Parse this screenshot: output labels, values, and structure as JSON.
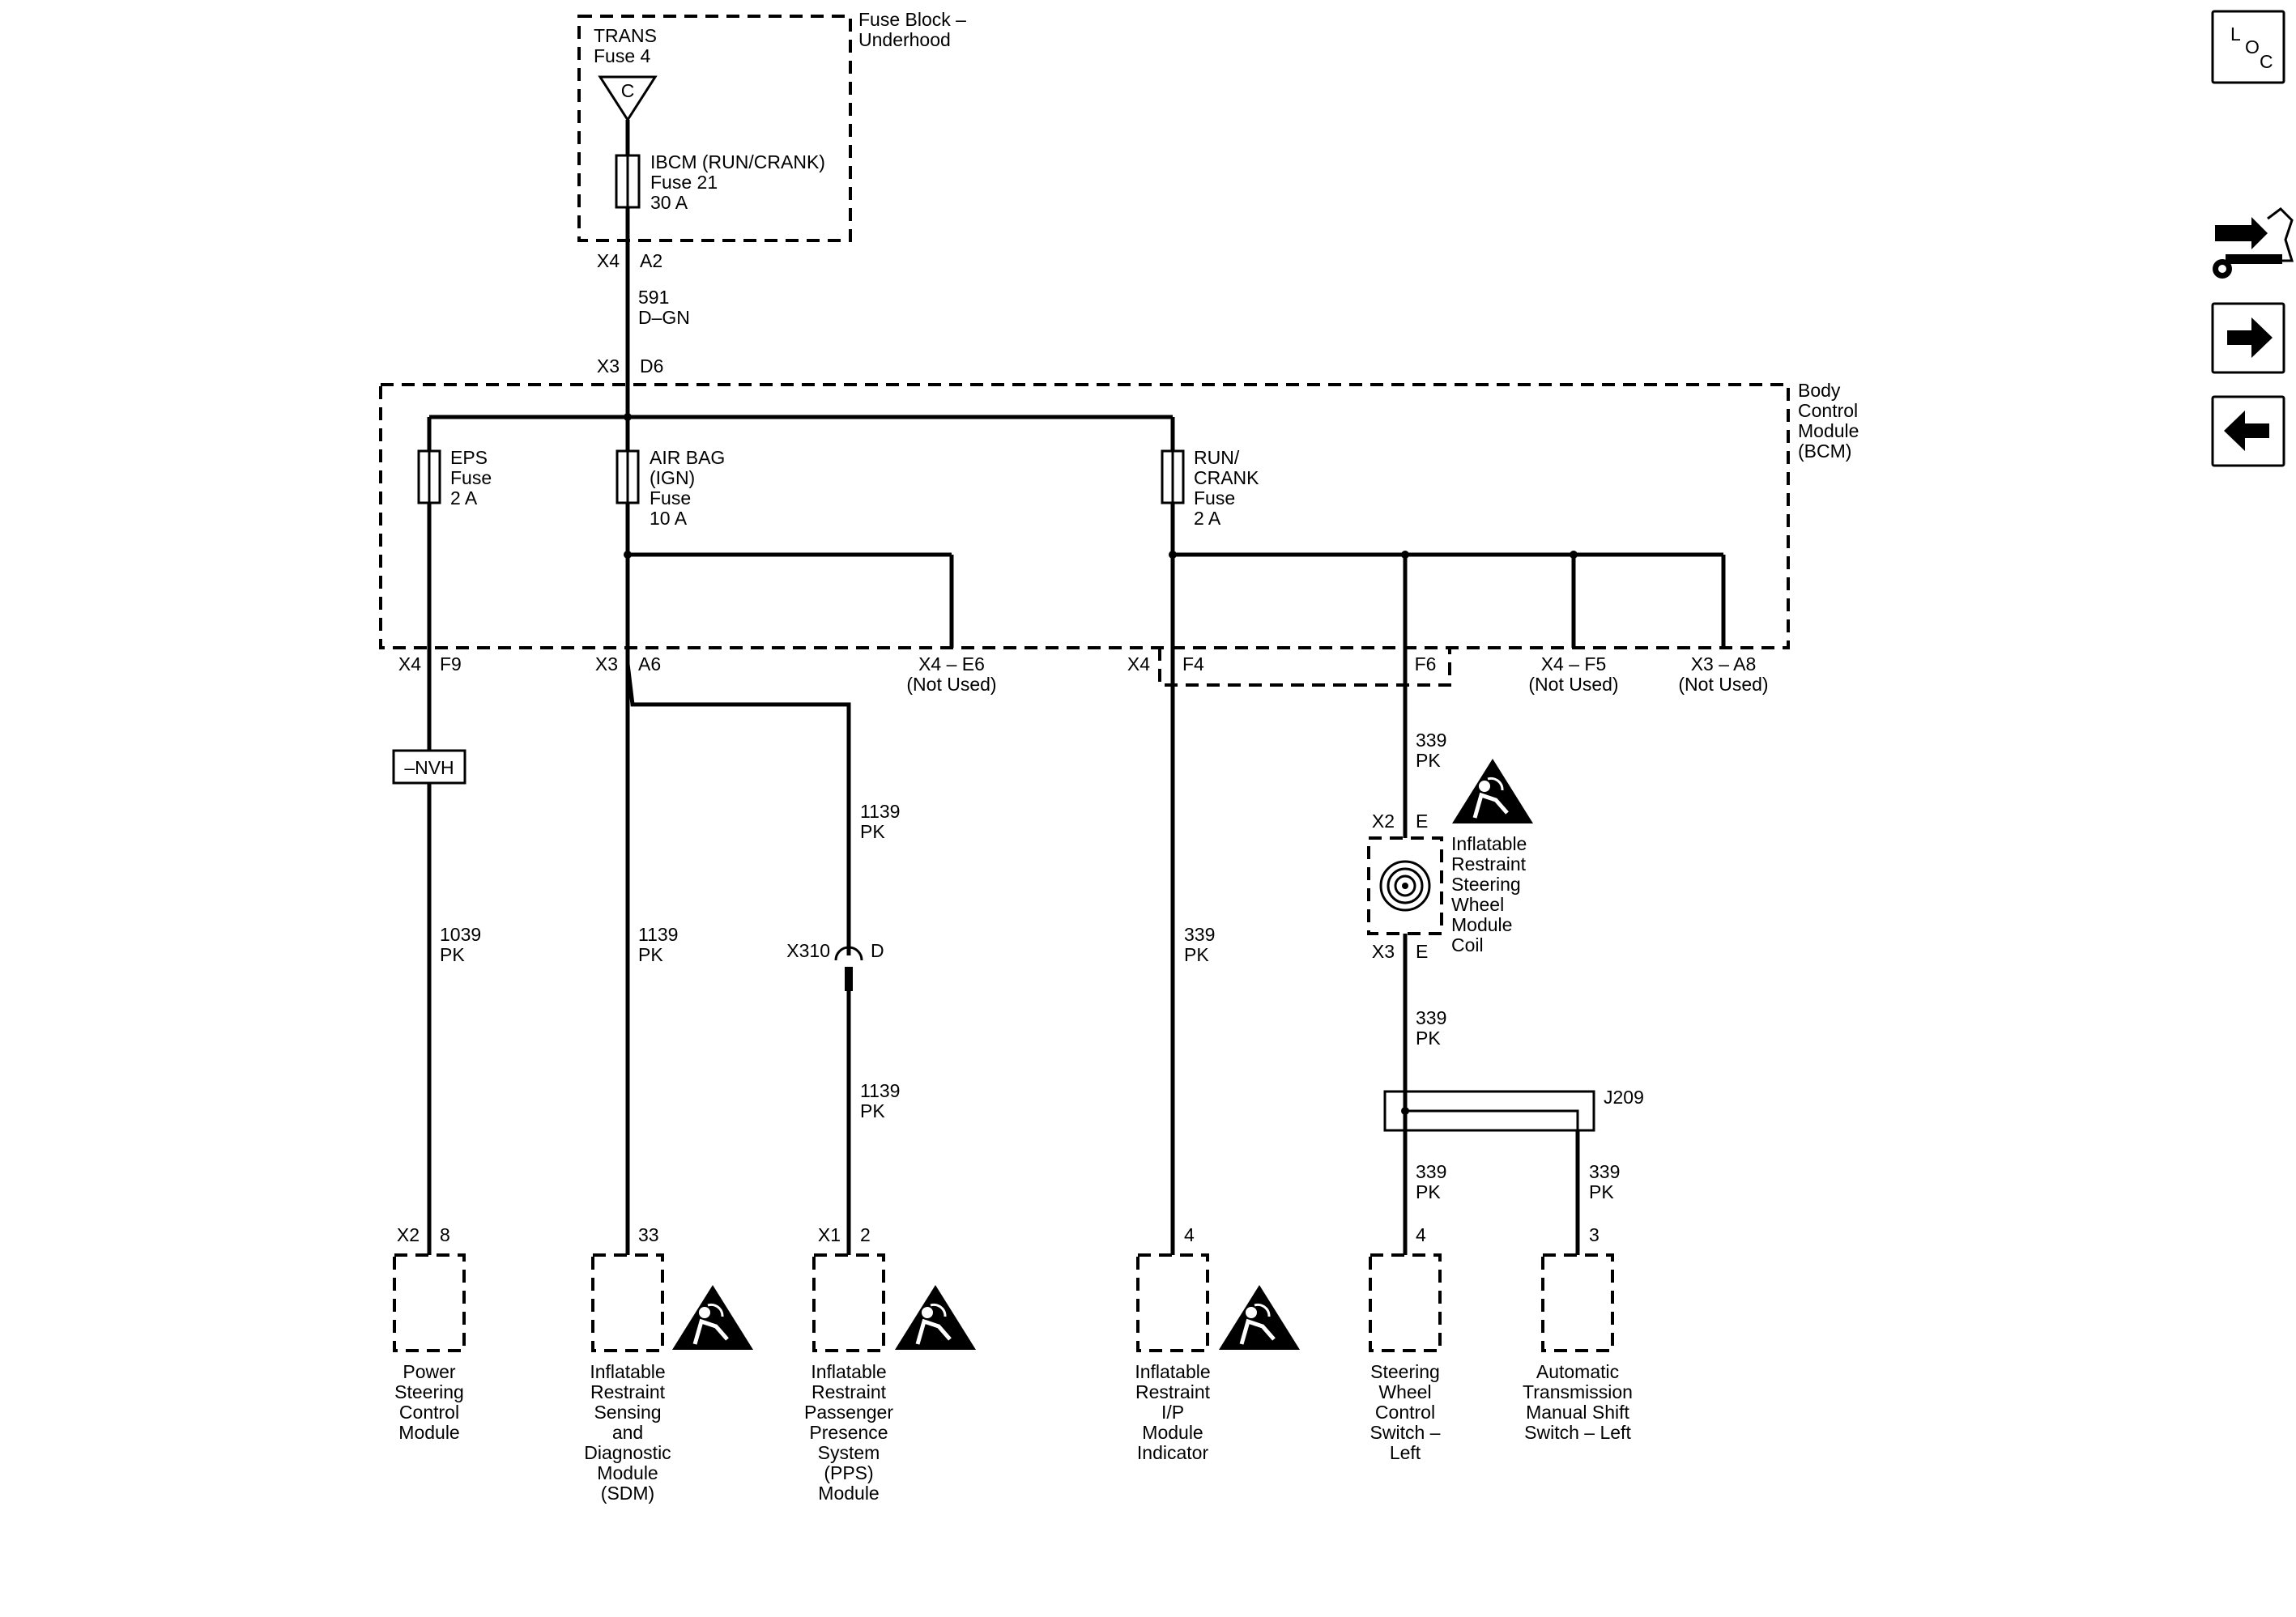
{
  "fuse_block": {
    "label": [
      "Fuse Block –",
      "Underhood"
    ],
    "trans_fuse": [
      "TRANS",
      "Fuse 4"
    ],
    "connector_letter": "C",
    "ibcm_fuse": [
      "IBCM (RUN/CRANK)",
      "Fuse 21",
      "30 A"
    ],
    "out_connector": "X4",
    "out_pin": "A2"
  },
  "feed_wire": [
    "591",
    "D–GN"
  ],
  "bcm": {
    "label": [
      "Body",
      "Control",
      "Module",
      "(BCM)"
    ],
    "in_connector": "X3",
    "in_pin": "D6",
    "eps_fuse": [
      "EPS",
      "Fuse",
      "2 A"
    ],
    "airbag_fuse": [
      "AIR BAG",
      "(IGN)",
      "Fuse",
      "10 A"
    ],
    "runcrank_fuse": [
      "RUN/",
      "CRANK",
      "Fuse",
      "2 A"
    ],
    "pins": {
      "eps_conn": "X4",
      "eps_pin": "F9",
      "airbag_conn": "X3",
      "airbag_pin": "A6",
      "e6": [
        "X4 – E6",
        "(Not Used)"
      ],
      "rc_conn": "X4",
      "rc_pin": "F4",
      "f6_pin": "F6",
      "f5": [
        "X4 – F5",
        "(Not Used)"
      ],
      "a8": [
        "X3 – A8",
        "(Not Used)"
      ]
    }
  },
  "nvh_label": "–NVH",
  "wires": {
    "eps": [
      "1039",
      "PK"
    ],
    "airbag_main": [
      "1139",
      "PK"
    ],
    "airbag_branch_upper": [
      "1139",
      "PK"
    ],
    "airbag_branch_lower": [
      "1139",
      "PK"
    ],
    "ip_indicator": [
      "339",
      "PK"
    ],
    "coil_upper": [
      "339",
      "PK"
    ],
    "coil_lower": [
      "339",
      "PK"
    ],
    "swc_left": [
      "339",
      "PK"
    ],
    "trans_switch": [
      "339",
      "PK"
    ]
  },
  "inline_connector": {
    "name": "X310",
    "pin": "D"
  },
  "coil": {
    "top_conn": "X2",
    "top_pin": "E",
    "bottom_conn": "X3",
    "bottom_pin": "E",
    "label": [
      "Inflatable",
      "Restraint",
      "Steering",
      "Wheel",
      "Module",
      "Coil"
    ]
  },
  "splice": "J209",
  "components": {
    "psm": {
      "conn": "X2",
      "pin": "8",
      "label": [
        "Power",
        "Steering",
        "Control",
        "Module"
      ]
    },
    "sdm": {
      "pin": "33",
      "label": [
        "Inflatable",
        "Restraint",
        "Sensing",
        "and",
        "Diagnostic",
        "Module",
        "(SDM)"
      ]
    },
    "pps": {
      "conn": "X1",
      "pin": "2",
      "label": [
        "Inflatable",
        "Restraint",
        "Passenger",
        "Presence",
        "System",
        "(PPS)",
        "Module"
      ]
    },
    "ipm": {
      "pin": "4",
      "label": [
        "Inflatable",
        "Restraint",
        "I/P",
        "Module",
        "Indicator"
      ]
    },
    "swc": {
      "pin": "4",
      "label": [
        "Steering",
        "Wheel",
        "Control",
        "Switch –",
        "Left"
      ]
    },
    "atm": {
      "pin": "3",
      "label": [
        "Automatic",
        "Transmission",
        "Manual Shift",
        "Switch – Left"
      ]
    }
  },
  "sidebar": {
    "loc_letters": [
      "L",
      "O",
      "C"
    ],
    "icons": [
      "component-locator-icon",
      "service-tools-icon",
      "next-page-icon",
      "previous-page-icon"
    ]
  }
}
